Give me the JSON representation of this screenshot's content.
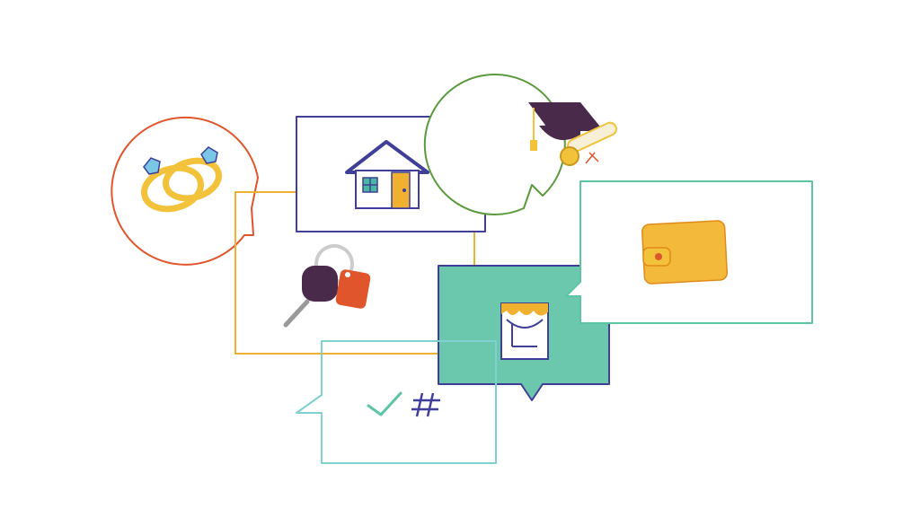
{
  "illustration": {
    "bubbles": [
      {
        "id": "rings",
        "shape": "circle",
        "outline": "#e0552b",
        "icon": "wedding-rings-icon"
      },
      {
        "id": "house",
        "shape": "rect",
        "outline": "#3f3f9a",
        "icon": "house-icon"
      },
      {
        "id": "graduation",
        "shape": "circle",
        "outline": "#5a9a3c",
        "icon": "graduation-cap-icon"
      },
      {
        "id": "keys",
        "shape": "rect",
        "outline": "#f0b030",
        "icon": "car-keys-icon"
      },
      {
        "id": "paint",
        "shape": "rect",
        "fill": "#6cc8ad",
        "outline": "#3f3f9a",
        "icon": "paint-bucket-icon"
      },
      {
        "id": "wallet",
        "shape": "rect",
        "outline": "#5cc4a3",
        "icon": "wallet-icon"
      },
      {
        "id": "checklist",
        "shape": "rect",
        "outline": "#7fd0d0",
        "icon": "check-hash-icon"
      }
    ],
    "colors": {
      "orange": "#e0552b",
      "navy": "#3f3f9a",
      "green": "#5a9a3c",
      "yellow": "#f0b030",
      "teal": "#6cc8ad",
      "mint": "#5cc4a3",
      "cyan": "#7fd0d0",
      "plum": "#4a2a4a",
      "gold": "#f2c23a"
    }
  }
}
